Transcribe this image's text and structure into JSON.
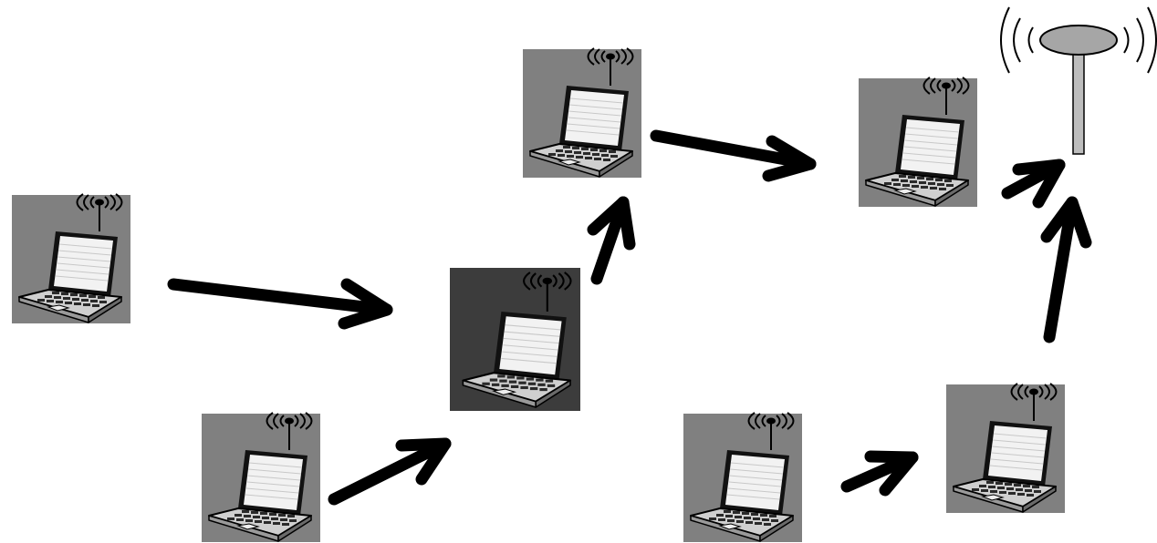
{
  "diagram": {
    "nodes": [
      {
        "id": "laptop-left",
        "kind": "wireless-laptop",
        "icon": "laptop-wifi-icon",
        "highlighted": false
      },
      {
        "id": "laptop-bottom-left",
        "kind": "wireless-laptop",
        "icon": "laptop-wifi-icon",
        "highlighted": false
      },
      {
        "id": "laptop-center-relay",
        "kind": "wireless-laptop",
        "icon": "laptop-wifi-icon",
        "highlighted": true
      },
      {
        "id": "laptop-top-center",
        "kind": "wireless-laptop",
        "icon": "laptop-wifi-icon",
        "highlighted": false
      },
      {
        "id": "laptop-top-right",
        "kind": "wireless-laptop",
        "icon": "laptop-wifi-icon",
        "highlighted": false
      },
      {
        "id": "laptop-bottom-center",
        "kind": "wireless-laptop",
        "icon": "laptop-wifi-icon",
        "highlighted": false
      },
      {
        "id": "laptop-bottom-right",
        "kind": "wireless-laptop",
        "icon": "laptop-wifi-icon",
        "highlighted": false
      },
      {
        "id": "access-point",
        "kind": "antenna",
        "icon": "antenna-icon"
      }
    ],
    "edges": [
      {
        "from": "laptop-left",
        "to": "laptop-center-relay"
      },
      {
        "from": "laptop-bottom-left",
        "to": "laptop-center-relay"
      },
      {
        "from": "laptop-center-relay",
        "to": "laptop-top-center"
      },
      {
        "from": "laptop-top-center",
        "to": "laptop-top-right"
      },
      {
        "from": "laptop-top-right",
        "to": "access-point"
      },
      {
        "from": "laptop-bottom-center",
        "to": "laptop-bottom-right"
      },
      {
        "from": "laptop-bottom-right",
        "to": "access-point"
      }
    ],
    "colors": {
      "tile": "#808080",
      "tile_highlighted": "#3c3c3c",
      "arrow": "#000000",
      "antenna_head": "#a6a6a6",
      "antenna_pole": "#bdbdbd"
    }
  }
}
